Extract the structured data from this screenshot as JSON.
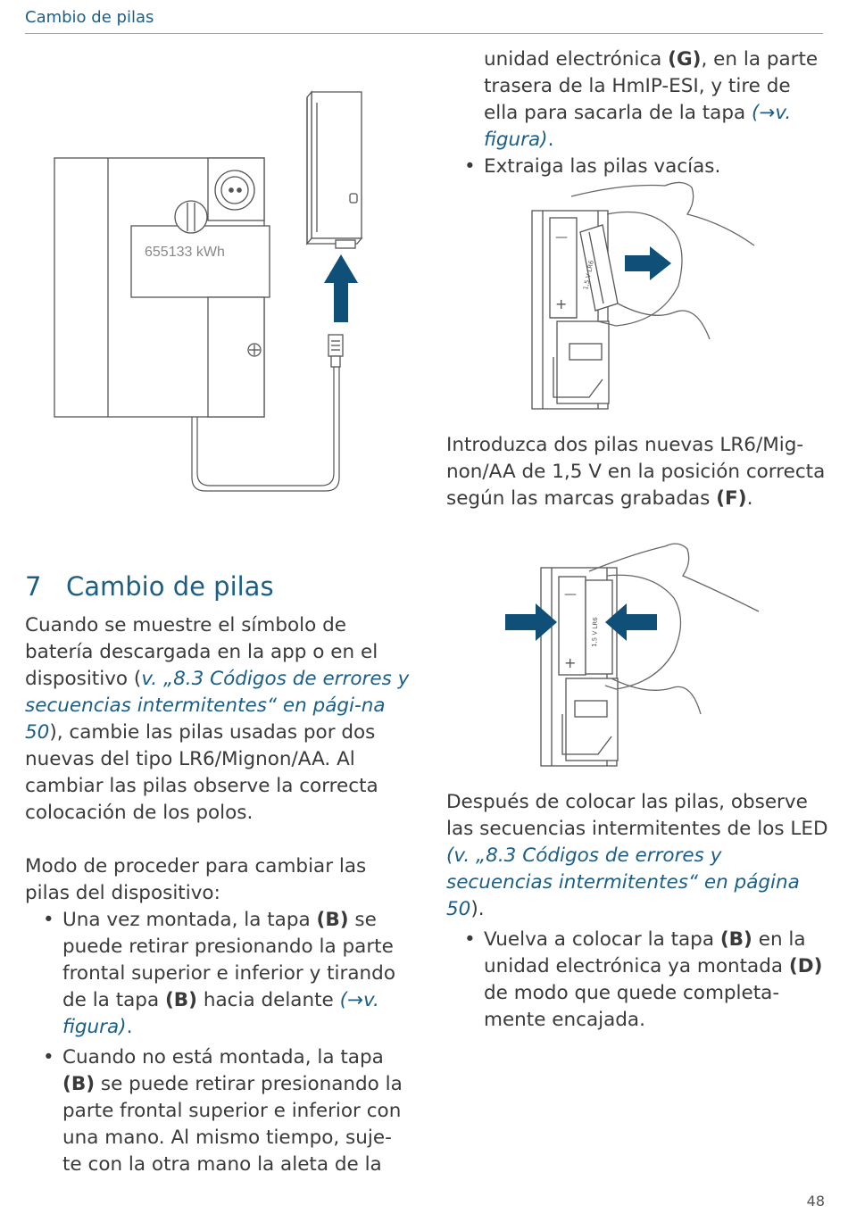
{
  "header": {
    "section": "Cambio de pilas"
  },
  "figure1": {
    "meter_reading": "655133 kWh"
  },
  "col_right": {
    "cont_text_a": "unidad electrónica ",
    "cont_bold_g": "(G)",
    "cont_text_b": ", en la parte trasera de la HmIP-ESI, y tire de ella para sacarla de la tapa ",
    "cont_link": "(→v. figura)",
    "cont_end": ".",
    "bullet_extract": "Extraiga las pilas vacías.",
    "insert_text_a": "Introduzca dos pilas nuevas LR6/Mig-non/AA de 1,5 V en la posición correcta según las marcas grabadas ",
    "insert_bold_f": "(F)",
    "insert_end": ".",
    "after_text_a": "Después de colocar las pilas, observe las secuencias intermitentes de los LED ",
    "after_link": "(v. „8.3 Códigos de errores y secuencias intermitentes“ en página 50",
    "after_end": ").",
    "bullet_replace_a": "Vuelva a colocar la tapa ",
    "bullet_replace_b_bold": "(B)",
    "bullet_replace_c": " en la unidad electrónica ya montada ",
    "bullet_replace_d_bold": "(D)",
    "bullet_replace_e": " de modo que quede completa-mente encajada."
  },
  "section7": {
    "number": "7",
    "title": "Cambio de pilas",
    "intro_a": "Cuando se muestre el símbolo de batería descargada en la app o en el dispositivo (",
    "intro_link": "v. „8.3 Códigos de errores y secuencias intermitentes“ en pági-na 50",
    "intro_b": "), cambie las pilas usadas por dos nuevas del tipo LR6/Mignon/AA. Al cambiar las pilas observe la correcta colocación de los polos.",
    "proc_intro": "Modo de proceder para cambiar las pilas del dispositivo:",
    "b1_a": "Una vez montada, la tapa ",
    "b1_bold1": "(B)",
    "b1_b": " se puede retirar presionando la parte frontal superior e inferior y tirando de la tapa ",
    "b1_bold2": "(B)",
    "b1_c": " hacia delante ",
    "b1_link": "(→v. figura)",
    "b1_end": ".",
    "b2_a": "Cuando no está montada, la tapa ",
    "b2_bold": "(B)",
    "b2_b": " se puede retirar presionando la parte frontal superior e inferior con una mano. Al mismo tiempo, suje-te con la otra mano la aleta de la"
  },
  "battery_label": "1,5 V LR6",
  "page_number": "48",
  "colors": {
    "accent": "#1c5e86",
    "arrow": "#0f4f78",
    "text": "#3a3a3a"
  }
}
